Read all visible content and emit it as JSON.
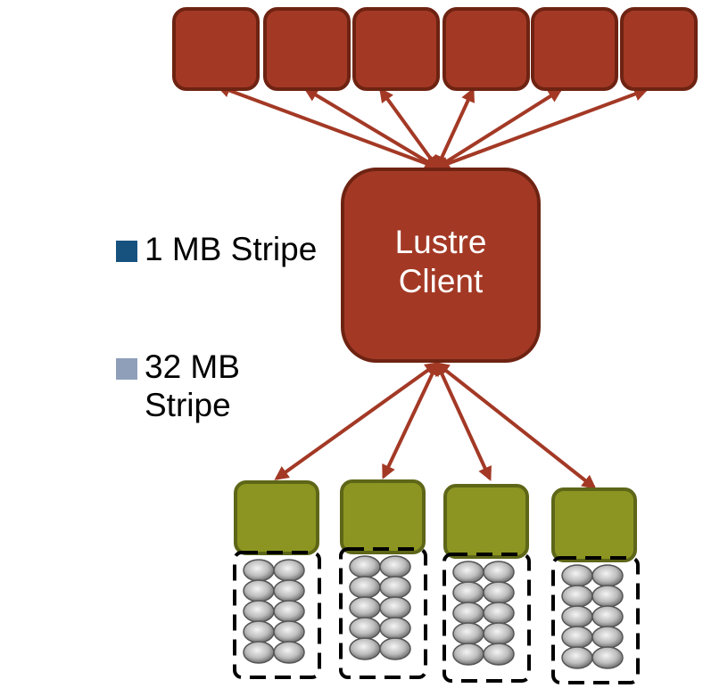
{
  "diagram": {
    "client_label_line1": "Lustre",
    "client_label_line2": "Client",
    "legend": [
      {
        "label_line1": "1 MB Stripe",
        "label_line2": "",
        "color": "#17527f"
      },
      {
        "label_line1": "32 MB",
        "label_line2": "Stripe",
        "color": "#8f9fba"
      }
    ],
    "colors": {
      "top_nodes": "#a33925",
      "top_nodes_border": "#6e2312",
      "client": "#a33925",
      "storage_nodes": "#8c9521",
      "storage_border": "#5e6618",
      "arrows": "#a33925",
      "disk_group_border": "#000000"
    },
    "top_node_count": 6,
    "storage_node_count": 4
  }
}
